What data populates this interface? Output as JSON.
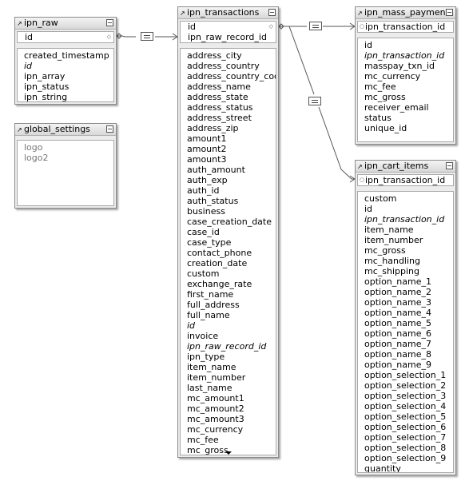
{
  "tables": {
    "ipn_raw": {
      "title": "ipn_raw",
      "keys": [
        "id"
      ],
      "fields": [
        {
          "name": "created_timestamp",
          "italic": false
        },
        {
          "name": "id",
          "italic": true
        },
        {
          "name": "ipn_array",
          "italic": false
        },
        {
          "name": "ipn_status",
          "italic": false
        },
        {
          "name": "ipn_string",
          "italic": false
        }
      ]
    },
    "global_settings": {
      "title": "global_settings",
      "keys": [],
      "fields": [
        {
          "name": "logo",
          "italic": false
        },
        {
          "name": "logo2",
          "italic": false
        }
      ]
    },
    "ipn_transactions": {
      "title": "ipn_transactions",
      "keys": [
        "id",
        "ipn_raw_record_id"
      ],
      "fields": [
        {
          "name": "address_city",
          "italic": false
        },
        {
          "name": "address_country",
          "italic": false
        },
        {
          "name": "address_country_code",
          "italic": false
        },
        {
          "name": "address_name",
          "italic": false
        },
        {
          "name": "address_state",
          "italic": false
        },
        {
          "name": "address_status",
          "italic": false
        },
        {
          "name": "address_street",
          "italic": false
        },
        {
          "name": "address_zip",
          "italic": false
        },
        {
          "name": "amount1",
          "italic": false
        },
        {
          "name": "amount2",
          "italic": false
        },
        {
          "name": "amount3",
          "italic": false
        },
        {
          "name": "auth_amount",
          "italic": false
        },
        {
          "name": "auth_exp",
          "italic": false
        },
        {
          "name": "auth_id",
          "italic": false
        },
        {
          "name": "auth_status",
          "italic": false
        },
        {
          "name": "business",
          "italic": false
        },
        {
          "name": "case_creation_date",
          "italic": false
        },
        {
          "name": "case_id",
          "italic": false
        },
        {
          "name": "case_type",
          "italic": false
        },
        {
          "name": "contact_phone",
          "italic": false
        },
        {
          "name": "creation_date",
          "italic": false
        },
        {
          "name": "custom",
          "italic": false
        },
        {
          "name": "exchange_rate",
          "italic": false
        },
        {
          "name": "first_name",
          "italic": false
        },
        {
          "name": "full_address",
          "italic": false
        },
        {
          "name": "full_name",
          "italic": false
        },
        {
          "name": "id",
          "italic": true
        },
        {
          "name": "invoice",
          "italic": false
        },
        {
          "name": "ipn_raw_record_id",
          "italic": true
        },
        {
          "name": "ipn_type",
          "italic": false
        },
        {
          "name": "item_name",
          "italic": false
        },
        {
          "name": "item_number",
          "italic": false
        },
        {
          "name": "last_name",
          "italic": false
        },
        {
          "name": "mc_amount1",
          "italic": false
        },
        {
          "name": "mc_amount2",
          "italic": false
        },
        {
          "name": "mc_amount3",
          "italic": false
        },
        {
          "name": "mc_currency",
          "italic": false
        },
        {
          "name": "mc_fee",
          "italic": false
        },
        {
          "name": "mc_gross",
          "italic": false
        }
      ]
    },
    "ipn_mass_payments": {
      "title": "ipn_mass_payments",
      "keys": [
        "ipn_transaction_id"
      ],
      "fields": [
        {
          "name": "id",
          "italic": false
        },
        {
          "name": "ipn_transaction_id",
          "italic": true
        },
        {
          "name": "masspay_txn_id",
          "italic": false
        },
        {
          "name": "mc_currency",
          "italic": false
        },
        {
          "name": "mc_fee",
          "italic": false
        },
        {
          "name": "mc_gross",
          "italic": false
        },
        {
          "name": "receiver_email",
          "italic": false
        },
        {
          "name": "status",
          "italic": false
        },
        {
          "name": "unique_id",
          "italic": false
        }
      ]
    },
    "ipn_cart_items": {
      "title": "ipn_cart_items",
      "keys": [
        "ipn_transaction_id"
      ],
      "fields": [
        {
          "name": "custom",
          "italic": false
        },
        {
          "name": "id",
          "italic": false
        },
        {
          "name": "ipn_transaction_id",
          "italic": true
        },
        {
          "name": "item_name",
          "italic": false
        },
        {
          "name": "item_number",
          "italic": false
        },
        {
          "name": "mc_gross",
          "italic": false
        },
        {
          "name": "mc_handling",
          "italic": false
        },
        {
          "name": "mc_shipping",
          "italic": false
        },
        {
          "name": "option_name_1",
          "italic": false
        },
        {
          "name": "option_name_2",
          "italic": false
        },
        {
          "name": "option_name_3",
          "italic": false
        },
        {
          "name": "option_name_4",
          "italic": false
        },
        {
          "name": "option_name_5",
          "italic": false
        },
        {
          "name": "option_name_6",
          "italic": false
        },
        {
          "name": "option_name_7",
          "italic": false
        },
        {
          "name": "option_name_8",
          "italic": false
        },
        {
          "name": "option_name_9",
          "italic": false
        },
        {
          "name": "option_selection_1",
          "italic": false
        },
        {
          "name": "option_selection_2",
          "italic": false
        },
        {
          "name": "option_selection_3",
          "italic": false
        },
        {
          "name": "option_selection_4",
          "italic": false
        },
        {
          "name": "option_selection_5",
          "italic": false
        },
        {
          "name": "option_selection_6",
          "italic": false
        },
        {
          "name": "option_selection_7",
          "italic": false
        },
        {
          "name": "option_selection_8",
          "italic": false
        },
        {
          "name": "option_selection_9",
          "italic": false
        },
        {
          "name": "quantity",
          "italic": false
        }
      ]
    }
  },
  "relationships": [
    {
      "from": "ipn_raw.id",
      "to": "ipn_transactions.ipn_raw_record_id",
      "operator": "="
    },
    {
      "from": "ipn_transactions.id",
      "to": "ipn_mass_payments.ipn_transaction_id",
      "operator": "="
    },
    {
      "from": "ipn_transactions.id",
      "to": "ipn_cart_items.ipn_transaction_id",
      "operator": "="
    }
  ]
}
